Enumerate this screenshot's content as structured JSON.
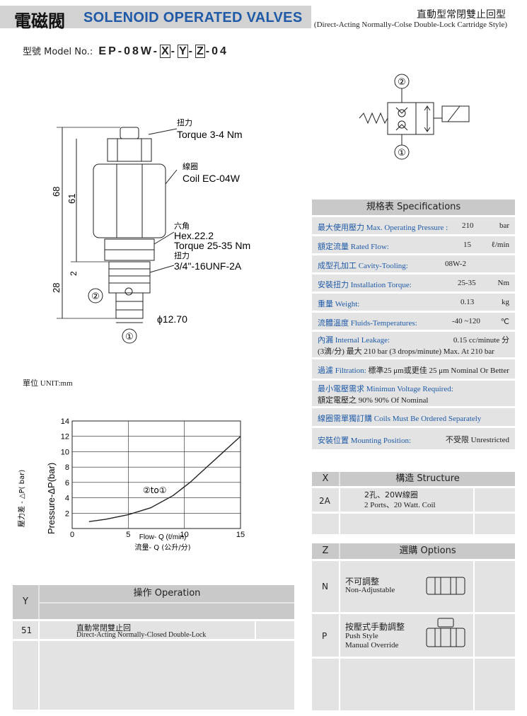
{
  "header": {
    "title_zh": "電磁閥",
    "title_en": "SOLENOID OPERATED VALVES",
    "subtitle_zh": "直動型常閉雙止回型",
    "subtitle_en": "(Direct-Acting Normally-Colse Double-Lock Cartridge Style)"
  },
  "model": {
    "label": "型號 Model No.:",
    "prefix": "EP-08W-",
    "x": "X",
    "y": "Y",
    "z": "Z",
    "suffix": "-04",
    "sep1": "-",
    "sep2": "-"
  },
  "drawing": {
    "torque_zh": "扭力",
    "torque": "Torque 3-4 Nm",
    "coil_zh": "線圈",
    "coil": "Coil EC-04W",
    "hex_zh": "六角",
    "hex": "Hex.22.2",
    "torque2": "Torque 25-35 Nm",
    "torque2_zh": "扭力",
    "thread": "3/4\"-16UNF-2A",
    "dim68": "68",
    "dim61": "61",
    "dim28": "28",
    "dim2": "2",
    "dia": "ϕ12.70",
    "port1": "①",
    "port2": "②"
  },
  "unit": "單位 UNIT:mm",
  "chart_data": {
    "type": "line",
    "title": "",
    "xlabel": "Flow- Q (ℓ/min)",
    "xlabel_zh": "流量- Q (公升/分)",
    "ylabel": "Pressure-ΔP(bar)",
    "ylabel_zh": "壓力差 - △P( bar)",
    "xlim": [
      0,
      15
    ],
    "ylim": [
      0,
      14
    ],
    "xticks": [
      "0",
      "5",
      "10",
      "15"
    ],
    "yticks": [
      "2",
      "4",
      "6",
      "8",
      "10",
      "12",
      "14"
    ],
    "grid": true,
    "annotation": "②to①",
    "series": [
      {
        "name": "",
        "x": [
          1.5,
          3,
          5,
          7,
          9,
          10.5,
          12,
          13.5,
          15
        ],
        "y": [
          0.9,
          1.2,
          1.8,
          2.7,
          4.3,
          6.0,
          8.0,
          10.0,
          12.0
        ]
      }
    ]
  },
  "spec": {
    "title": "規格表 Specifications",
    "rows": [
      {
        "label": "最大使用壓力 Max. Operating Pressure :",
        "value": "210",
        "unit": "bar"
      },
      {
        "label": "額定流量 Rated Flow:",
        "value": "15",
        "unit": "ℓ/min"
      },
      {
        "label": "成型孔加工 Cavity-Tooling:",
        "value": "08W-2",
        "unit": ""
      },
      {
        "label": "安裝扭力 Installation Torque:",
        "value": "25-35",
        "unit": "Nm"
      },
      {
        "label": "重量 Weight:",
        "value": "0.13",
        "unit": "kg"
      },
      {
        "label": "流體溫度 Fluids-Temperatures:",
        "value": "-40 ~120",
        "unit": "℃"
      }
    ],
    "leak_label": "內漏 Internal Leakage:",
    "leak_value": "0.15 cc/minute 分",
    "leak_line2": "(3滴/分) 最大 210 bar   (3 drops/minute) Max. At 210 bar",
    "filter_label": "過濾 Filtration:",
    "filter_value": "標準25 μm或更佳 25 μm Nominal Or Better",
    "voltage_label": "最小電壓需求 Minimun Voltage Required:",
    "voltage_value": "額定電壓之 90%     90% Of Nominal",
    "coil_note": "線圈需單獨訂購 Coils Must Be Ordered Separately",
    "mount_label": "安裝位置 Mounting Position:",
    "mount_value": "不受限  Unrestricted"
  },
  "structure": {
    "col1": "X",
    "col2": "構造 Structure",
    "rows": [
      {
        "code": "2A",
        "zh": "2孔、20W線圈",
        "en": "2 Ports、20 Watt. Coil"
      }
    ]
  },
  "options": {
    "col1": "Z",
    "col2": "選購 Options",
    "rows": [
      {
        "code": "N",
        "zh": "不可調整",
        "en": "Non-Adjustable",
        "en2": ""
      },
      {
        "code": "P",
        "zh": "按壓式手動調整",
        "en": "Push Style",
        "en2": "Manual Override"
      }
    ]
  },
  "operation": {
    "col1": "Y",
    "col2": "操作 Operation",
    "rows": [
      {
        "code": "51",
        "zh": "直動常閉雙止回",
        "en": "Direct-Acting Normally-Closed Double-Lock"
      }
    ]
  }
}
